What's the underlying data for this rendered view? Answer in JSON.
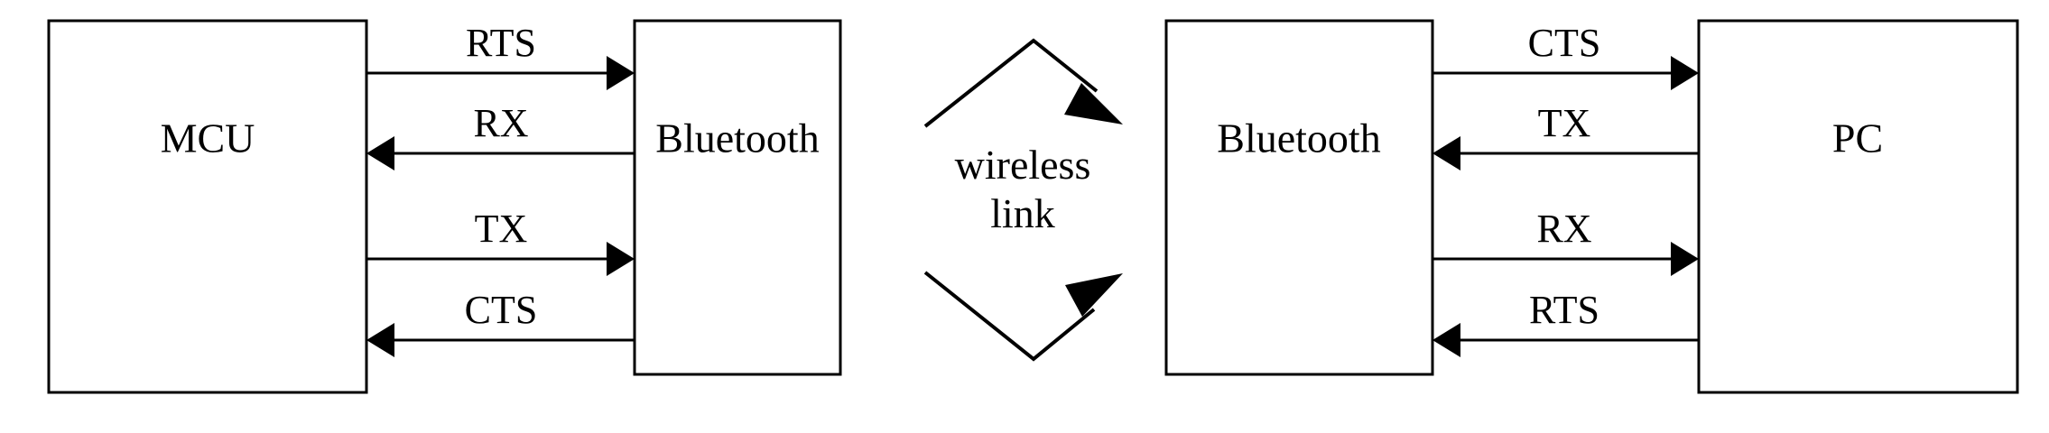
{
  "diagram": {
    "title": "MCU to PC Bluetooth serial link block diagram",
    "background_color": "#ffffff",
    "stroke_color": "#000000",
    "nodes": [
      {
        "id": "mcu",
        "label": "MCU"
      },
      {
        "id": "bt_left",
        "label": "Bluetooth"
      },
      {
        "id": "bt_right",
        "label": "Bluetooth"
      },
      {
        "id": "pc",
        "label": "PC"
      }
    ],
    "wireless": {
      "label_line1": "wireless",
      "label_line2": "link",
      "icon_top": "chevron-arrow-right-up",
      "icon_bottom": "chevron-arrow-right-down"
    },
    "left_signals": [
      {
        "label": "RTS",
        "direction": "right",
        "from": "MCU",
        "to": "Bluetooth"
      },
      {
        "label": "RX",
        "direction": "left",
        "from": "Bluetooth",
        "to": "MCU"
      },
      {
        "label": "TX",
        "direction": "right",
        "from": "MCU",
        "to": "Bluetooth"
      },
      {
        "label": "CTS",
        "direction": "left",
        "from": "Bluetooth",
        "to": "MCU"
      }
    ],
    "right_signals": [
      {
        "label": "CTS",
        "direction": "right",
        "from": "Bluetooth",
        "to": "PC"
      },
      {
        "label": "TX",
        "direction": "left",
        "from": "PC",
        "to": "Bluetooth"
      },
      {
        "label": "RX",
        "direction": "right",
        "from": "Bluetooth",
        "to": "PC"
      },
      {
        "label": "RTS",
        "direction": "left",
        "from": "PC",
        "to": "Bluetooth"
      }
    ]
  }
}
